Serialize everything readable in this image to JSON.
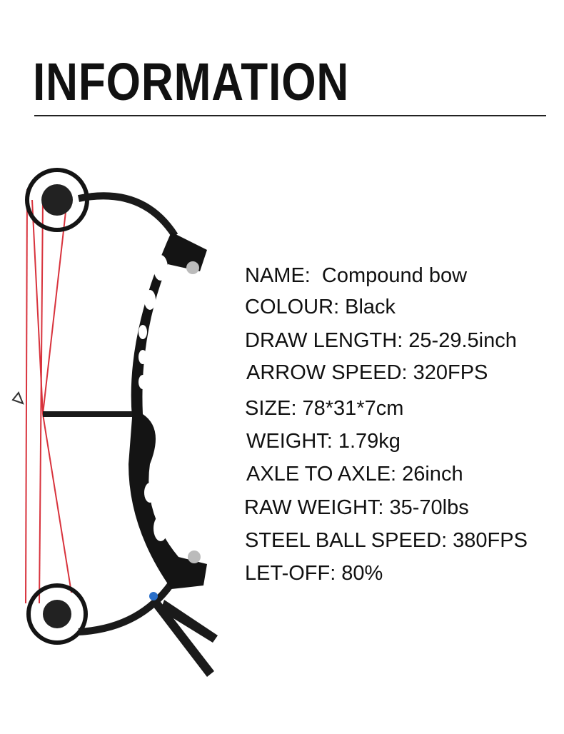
{
  "title": "INFORMATION",
  "specs": [
    {
      "label": "NAME:",
      "value": "Compound bow"
    },
    {
      "label": "COLOUR:",
      "value": "Black"
    },
    {
      "label": "DRAW LENGTH:",
      "value": "25-29.5inch"
    },
    {
      "label": "ARROW SPEED:",
      "value": "320FPS"
    },
    {
      "label": "SIZE:",
      "value": "78*31*7cm"
    },
    {
      "label": "WEIGHT:",
      "value": "1.79kg"
    },
    {
      "label": "AXLE TO AXLE:",
      "value": "26inch"
    },
    {
      "label": "RAW WEIGHT:",
      "value": "35-70lbs"
    },
    {
      "label": "STEEL BALL SPEED:",
      "value": "380FPS"
    },
    {
      "label": "LET-OFF:",
      "value": "80%"
    }
  ],
  "colors": {
    "string": "#d8323c",
    "bow": "#141414",
    "text": "#111111"
  }
}
